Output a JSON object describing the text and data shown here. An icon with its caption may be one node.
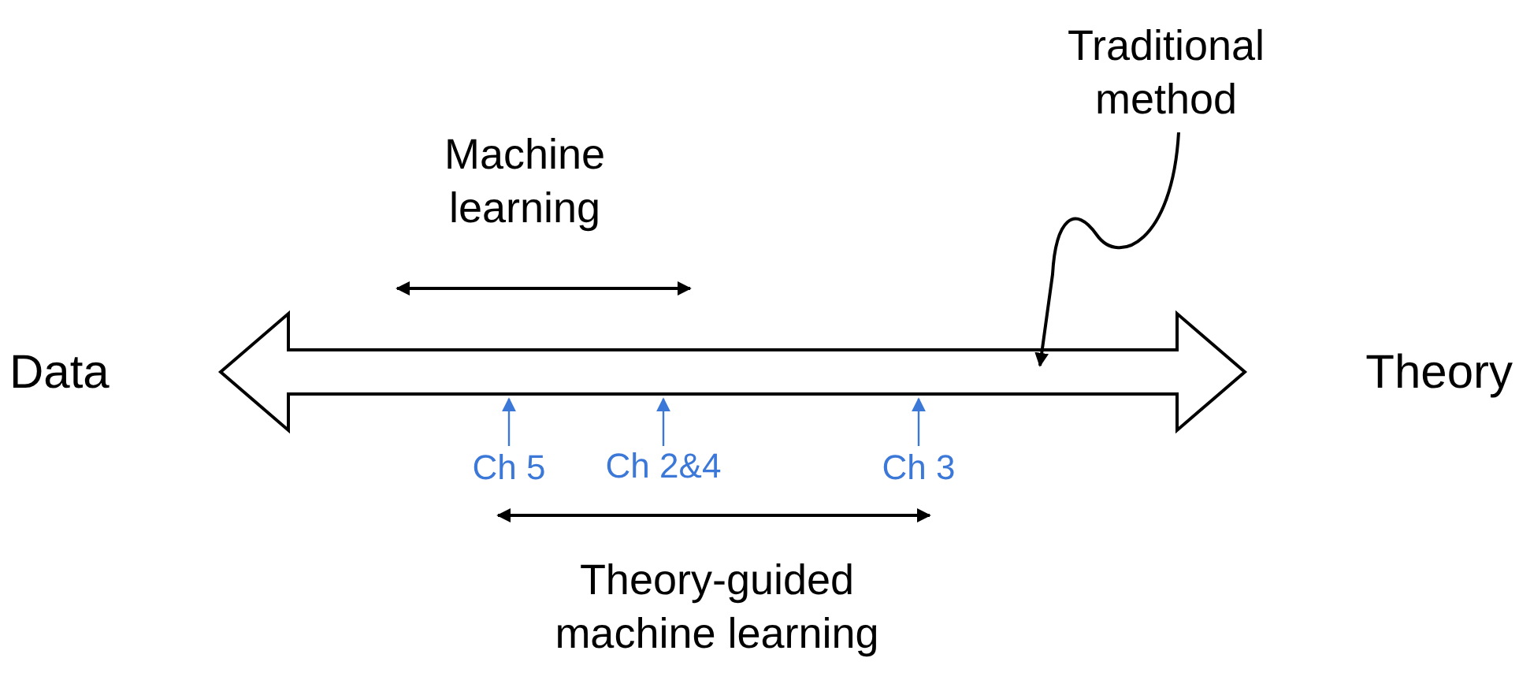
{
  "diagram": {
    "nodes": [
      {
        "text": [
          "Data"
        ]
      },
      {
        "text": [
          "Theory"
        ]
      },
      {
        "text": [
          "Machine learning"
        ]
      },
      {
        "text": [
          "Traditional method"
        ]
      },
      {
        "text": [
          "Ch 5"
        ]
      },
      {
        "text": [
          "Ch 2&4"
        ]
      },
      {
        "text": [
          "Ch 3"
        ]
      },
      {
        "text": [
          "Theory-guided machine learning"
        ]
      }
    ],
    "edges": [
      {
        "from": 0,
        "to": 1,
        "arrow": "both",
        "style": "thick",
        "color": "#000000"
      },
      {
        "from": 3,
        "to": null,
        "arrow": "to",
        "color": "#000000"
      },
      {
        "from": 4,
        "to": null,
        "arrow": "to",
        "color": "#3c78d8"
      },
      {
        "from": 5,
        "to": null,
        "arrow": "to",
        "color": "#3c78d8"
      },
      {
        "from": 6,
        "to": null,
        "arrow": "to",
        "color": "#3c78d8"
      },
      {
        "from": 4,
        "to": 6,
        "arrow": "both",
        "color": "#000000"
      }
    ]
  }
}
